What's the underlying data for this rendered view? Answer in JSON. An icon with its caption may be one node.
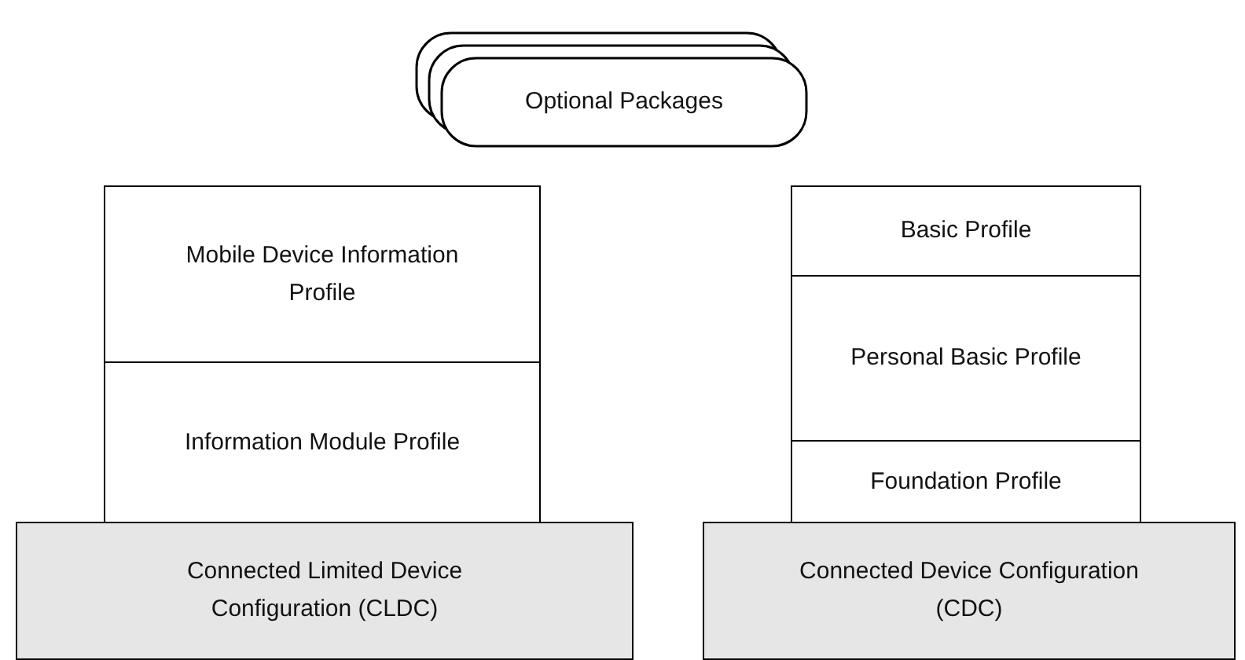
{
  "diagram": {
    "nodes": [
      {
        "text": [
          "Optional Packages"
        ]
      },
      {
        "text": [
          "Mobile Device Information Profile"
        ]
      },
      {
        "text": [
          "Information Module Profile"
        ]
      },
      {
        "text": [
          "Connected Limited Device Configuration (CLDC)"
        ]
      },
      {
        "text": [
          "Basic Profile"
        ]
      },
      {
        "text": [
          "Personal Basic Profile"
        ]
      },
      {
        "text": [
          "Foundation Profile"
        ]
      },
      {
        "text": [
          "Connected Device Configuration (CDC)"
        ]
      }
    ]
  }
}
